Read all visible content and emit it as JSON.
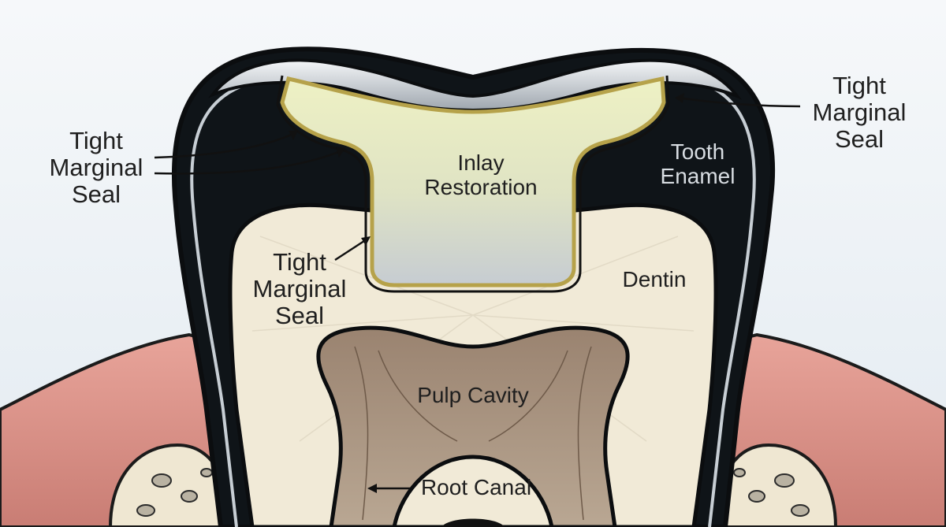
{
  "labels": {
    "seal_left": [
      "Tight",
      "Marginal",
      "Seal"
    ],
    "seal_right": [
      "Tight",
      "Marginal",
      "Seal"
    ],
    "seal_center": [
      "Tight",
      "Marginal",
      "Seal"
    ],
    "tooth_enamel": [
      "Tooth",
      "Enamel"
    ],
    "inlay_restoration": [
      "Inlay",
      "Restoration"
    ],
    "dentin": "Dentin",
    "pulp_cavity": "Pulp Cavity",
    "root_canal": "Root Canal"
  },
  "colors": {
    "enamel": "#0f1418",
    "dentin": "#f1ead7",
    "pulp": "#a48f7c",
    "gum": "#d88f86",
    "inlay": "#e7ecb9",
    "seal_line": "#b6a24a",
    "bone": "#efe7d2"
  }
}
